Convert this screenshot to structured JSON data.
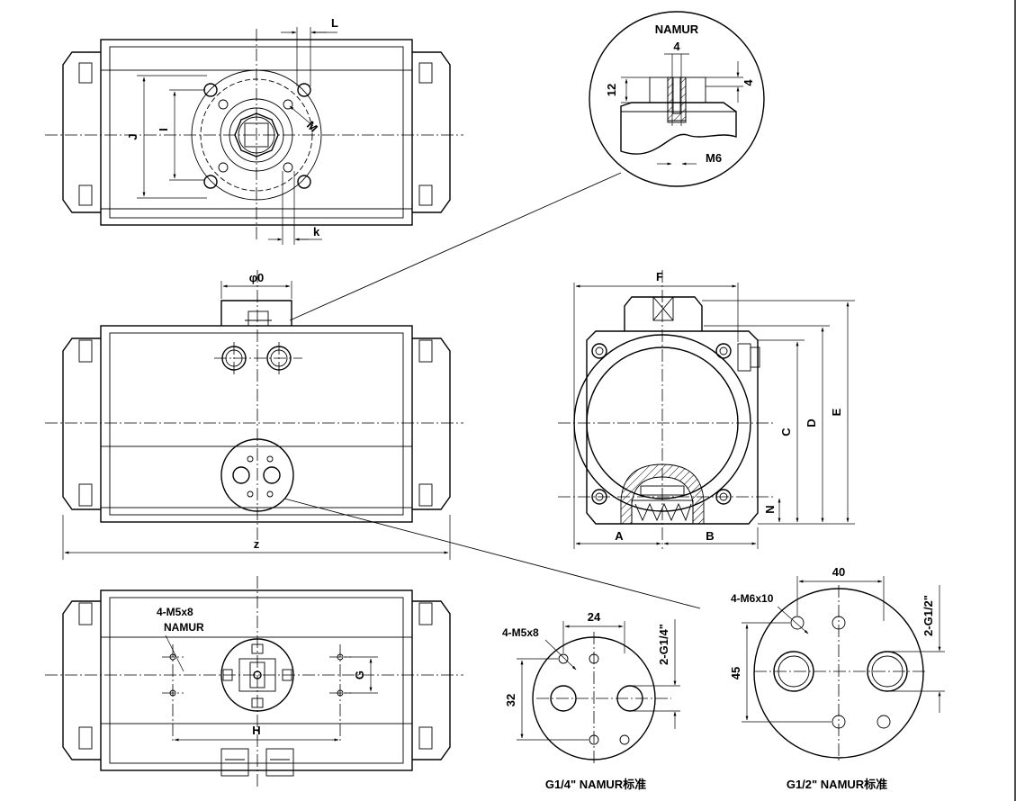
{
  "views": {
    "top": {
      "labels": {
        "L": "L",
        "J": "J",
        "I": "I",
        "M": "M",
        "k": "k"
      }
    },
    "namur_detail": {
      "title": "NAMUR",
      "dim_width": "4",
      "dim_height": "12",
      "dim_depth": "4",
      "thread": "M6"
    },
    "front": {
      "labels": {
        "phi": "φ0",
        "z": "z"
      }
    },
    "side": {
      "labels": {
        "F": "F",
        "C": "C",
        "D": "D",
        "E": "E",
        "N": "N",
        "A": "A",
        "B": "B"
      }
    },
    "bottom": {
      "hole_spec": "4-M5x8",
      "namur": "NAMUR",
      "labels": {
        "G": "G",
        "H": "H"
      }
    },
    "flange_quarter": {
      "holes": "4-M5x8",
      "dim_horizontal": "24",
      "dim_vertical": "32",
      "port": "2-G1/4\"",
      "caption": "G1/4\" NAMUR标准"
    },
    "flange_half": {
      "holes": "4-M6x10",
      "dim_horizontal": "40",
      "dim_vertical": "45",
      "port": "2-G1/2\"",
      "caption": "G1/2\" NAMUR标准"
    }
  }
}
